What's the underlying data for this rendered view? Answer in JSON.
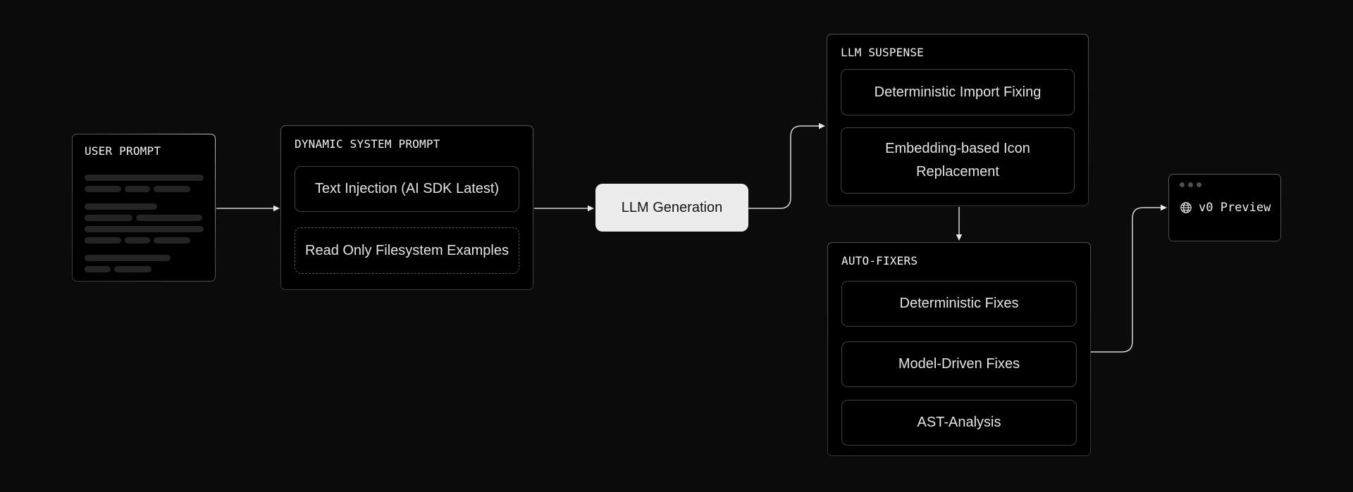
{
  "diagram": {
    "background": "#0b0b0b",
    "connector_color": "#d6d6d6",
    "nodes": {
      "user_prompt": {
        "title": "USER PROMPT",
        "skeleton_rows": [
          {
            "segs": [
              100
            ]
          },
          {
            "segs": [
              31,
              21,
              31
            ],
            "para_end": true
          },
          {
            "segs": [
              61
            ]
          },
          {
            "segs": [
              40,
              56
            ]
          },
          {
            "segs": [
              100
            ]
          },
          {
            "segs": [
              31,
              21,
              31
            ],
            "para_end": true
          },
          {
            "segs": [
              72
            ]
          },
          {
            "segs": [
              22,
              31
            ]
          }
        ]
      },
      "dynamic_system_prompt": {
        "title": "DYNAMIC SYSTEM PROMPT",
        "items": [
          {
            "label": "Text Injection (AI SDK Latest)",
            "border": "solid"
          },
          {
            "label": "Read Only Filesystem Examples",
            "border": "dashed"
          }
        ]
      },
      "llm_generation": {
        "label": "LLM Generation"
      },
      "llm_suspense": {
        "title": "LLM SUSPENSE",
        "items": [
          {
            "label": "Deterministic Import Fixing"
          },
          {
            "label": "Embedding-based Icon Replacement"
          }
        ]
      },
      "auto_fixers": {
        "title": "AUTO-FIXERS",
        "items": [
          {
            "label": "Deterministic Fixes"
          },
          {
            "label": "Model-Driven Fixes"
          },
          {
            "label": "AST-Analysis"
          }
        ]
      },
      "v0_preview": {
        "label": "v0 Preview",
        "icon": "globe-icon"
      }
    }
  }
}
